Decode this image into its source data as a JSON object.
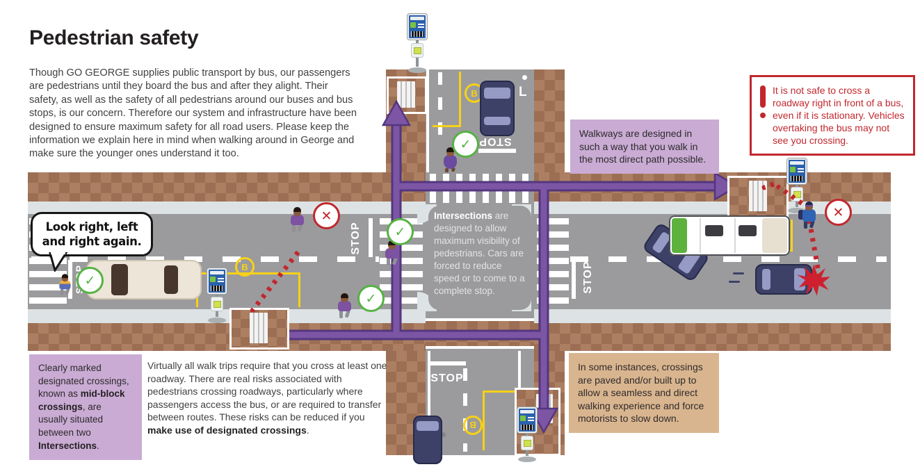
{
  "title": "Pedestrian safety",
  "intro": "Though GO GEORGE supplies public transport by bus, our passengers are pedestrians until they board the bus and after they alight. Their safety, as well as the safety of all pedestrians around our buses and bus stops, is our concern. Therefore our system and infrastructure have been designed to ensure maximum safety for all road users. Please keep the information we explain here in mind when walking around in George and make sure the younger ones understand it too.",
  "speech_bubble": "Look right, left and right again.",
  "callouts": {
    "walkways": "Walkways are designed in such a way that you walk in the most direct path possible.",
    "warning": "It is not safe to cross a roadway right in front of a bus, even if it is stationary. Vehicles overtaking the bus may not see you crossing.",
    "intersections_bold": "Intersections",
    "intersections_rest": " are designed to allow maximum visibility of pedestrians. Cars are forced to reduce speed or to come to a complete stop.",
    "midblock_p1": "Clearly marked designated crossings, known as ",
    "midblock_b1": "mid-block crossings",
    "midblock_p2": ", are usually situated between two ",
    "midblock_b2": "Intersections",
    "midblock_p3": ".",
    "walktrips_p1": "Virtually all walk trips require that you cross at least one roadway. There are real risks associated with pedestrians crossing roadways, particularly where passengers access the bus, or are required to transfer between routes. These risks can be reduced if you ",
    "walktrips_b1": "make use of designated crossings",
    "walktrips_p2": ".",
    "paved": "In some instances, crossings are paved and/or built up to allow a seamless and direct walking experience and force motorists to slow down."
  },
  "road_markings": {
    "stop": "STOP",
    "bus_bay_badge": "B",
    "loading_zone": "L"
  },
  "icons": {
    "check": "✓",
    "cross": "✕",
    "warning_mark": "!"
  },
  "colors": {
    "path_purple": "#7d55a5",
    "path_outline": "#54367e",
    "lavender_box": "#c9abd4",
    "tan_box": "#d9b58f",
    "warning_red": "#c1272d",
    "check_green": "#56b244",
    "road_gray": "#9b9b9d",
    "curb_gray": "#dde3e4",
    "brick": "#a87a5e",
    "bus_green": "#5cb23c",
    "marking_yellow": "#f7d117"
  }
}
